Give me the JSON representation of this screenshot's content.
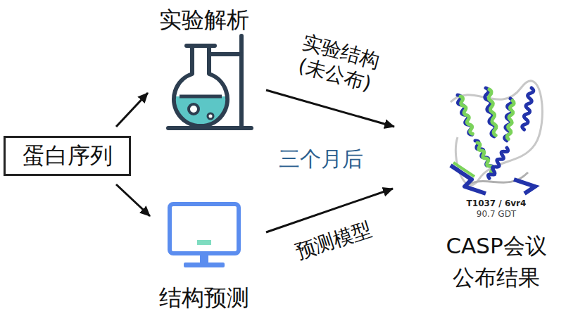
{
  "diagram": {
    "nodes": [
      {
        "text": [
          "蛋白序列"
        ]
      },
      {
        "text": [
          "实验解析"
        ]
      },
      {
        "text": [
          "结构预测"
        ]
      },
      {
        "text": [
          "T1037 / 6vr4",
          "90.7 GDT",
          "CASP会议 公布结果"
        ]
      }
    ],
    "edges": [
      {
        "from": 0,
        "to": 1,
        "arrow": "to"
      },
      {
        "from": 0,
        "to": 2,
        "arrow": "to"
      },
      {
        "from": 1,
        "to": 3,
        "label": "实验结构 (未公布)",
        "arrow": "to"
      },
      {
        "from": 2,
        "to": 3,
        "label": "预测模型",
        "arrow": "to"
      }
    ],
    "labels": [
      "三个月后"
    ]
  }
}
